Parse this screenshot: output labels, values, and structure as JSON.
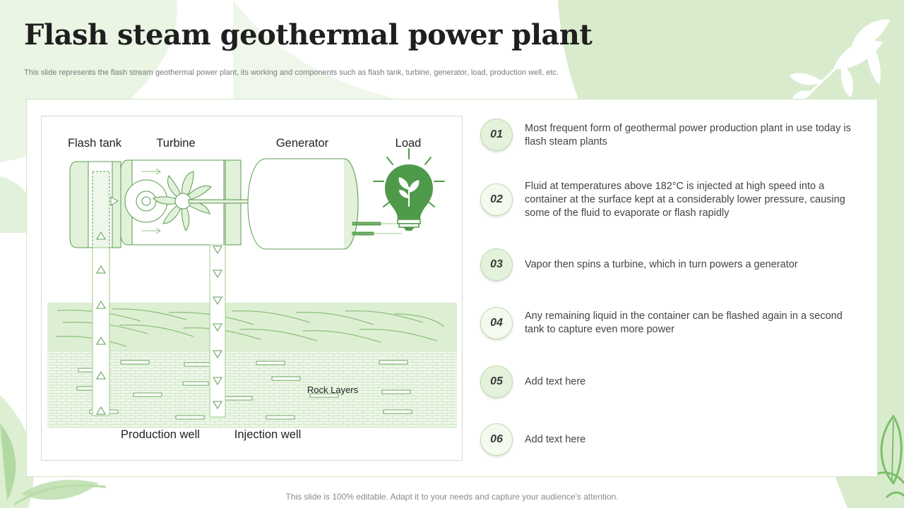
{
  "title": "Flash steam geothermal power plant",
  "subtitle": "This slide represents the flash stream geothermal power plant, its working and components such as flash tank, turbine, generator, load, production well, etc.",
  "diagram": {
    "labels": {
      "flash_tank": "Flash tank",
      "turbine": "Turbine",
      "generator": "Generator",
      "load": "Load",
      "rock_layers": "Rock Layers",
      "production_well": "Production well",
      "injection_well": "Injection well"
    }
  },
  "steps": [
    {
      "number": "01",
      "text": "Most frequent form of geothermal power production plant in use today is flash steam plants"
    },
    {
      "number": "02",
      "text": "Fluid at temperatures above 182°C is injected at high speed into a container at the surface kept at a considerably lower pressure, causing some of the fluid to evaporate or flash rapidly"
    },
    {
      "number": "03",
      "text": "Vapor then spins a turbine, which in turn powers a generator"
    },
    {
      "number": "04",
      "text": "Any remaining liquid in the container can be flashed again in a second tank to capture even more power"
    },
    {
      "number": "05",
      "text": "Add text here"
    },
    {
      "number": "06",
      "text": "Add text here"
    }
  ],
  "footer": "This slide is 100% editable. Adapt it to your needs and capture your audience's attention.",
  "colors": {
    "accent": "#4f9a4a",
    "light_green": "#d8eccd",
    "badge": "#e4f2dc"
  }
}
